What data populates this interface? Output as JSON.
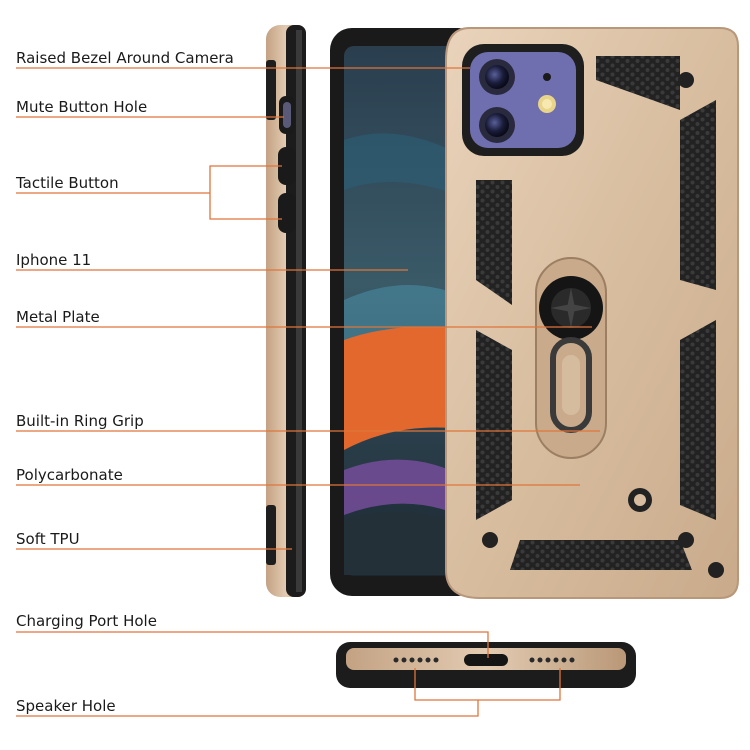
{
  "annotations": {
    "raised_bezel": "Raised Bezel Around Camera",
    "mute_button_hole": "Mute Button Hole",
    "tactile_button": "Tactile Button",
    "iphone_11": "Iphone 11",
    "metal_plate": "Metal Plate",
    "ring_grip": "Built-in Ring Grip",
    "polycarbonate": "Polycarbonate",
    "soft_tpu": "Soft TPU",
    "charging_port_hole": "Charging Port Hole",
    "speaker_hole": "Speaker Hole"
  },
  "colors": {
    "leader_line": "#e0753a",
    "case_gold": "#d7bca0",
    "case_black": "#1e1e1e",
    "camera_purple": "#6f6fb0"
  }
}
